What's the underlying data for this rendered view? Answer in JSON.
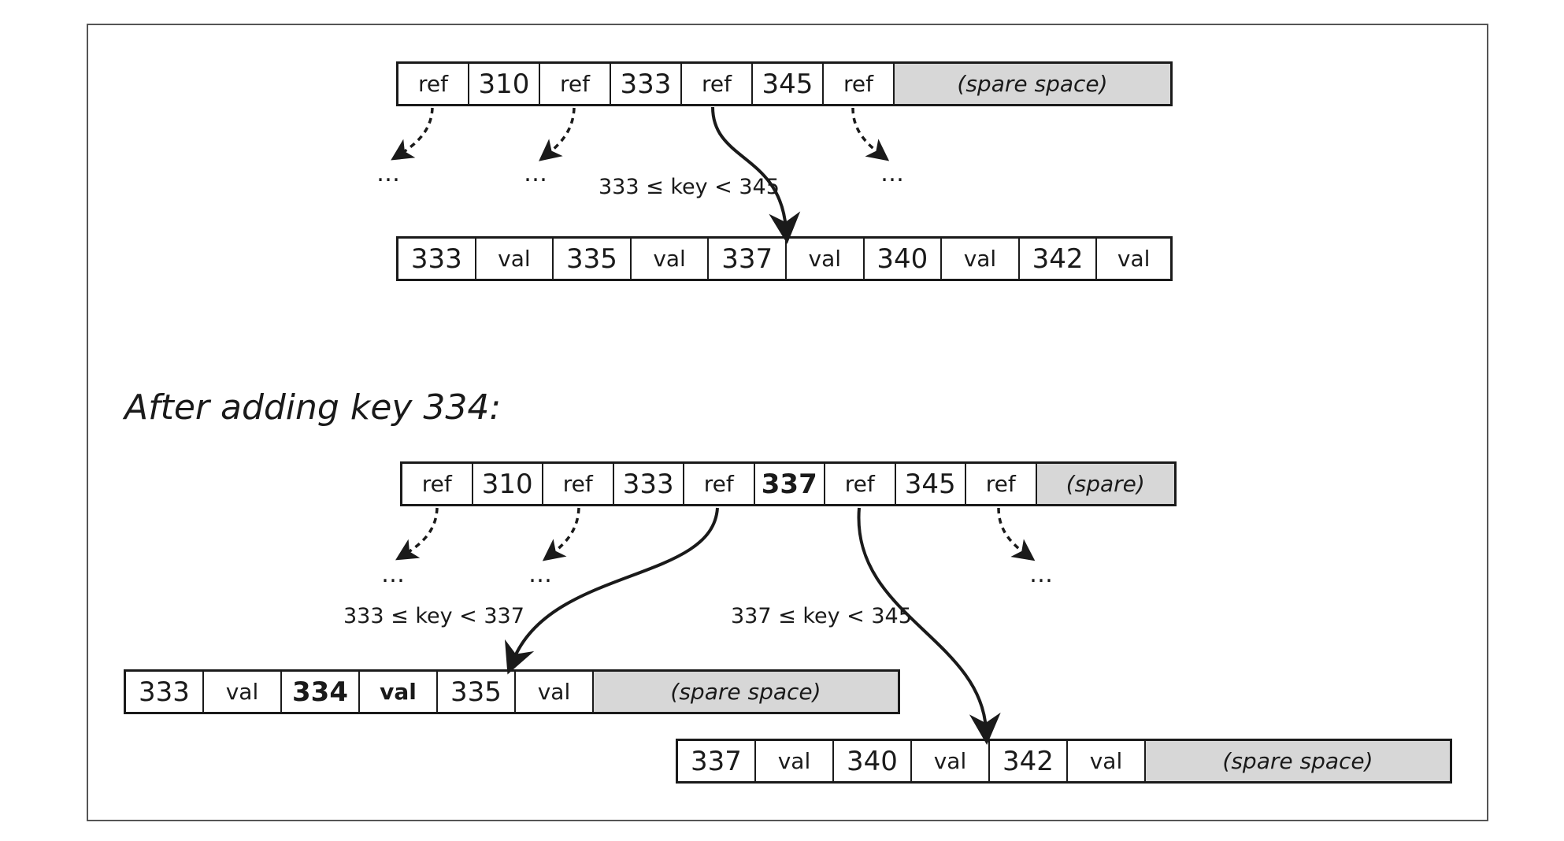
{
  "top_page": {
    "cells": [
      "ref",
      "310",
      "ref",
      "333",
      "ref",
      "345",
      "ref"
    ],
    "spare": "(spare space)"
  },
  "top_leaf": {
    "cells": [
      "333",
      "val",
      "335",
      "val",
      "337",
      "val",
      "340",
      "val",
      "342",
      "val"
    ]
  },
  "top_range": "333 ≤ key < 345",
  "ellipsis": "…",
  "section_title": "After adding key 334:",
  "bottom_page": {
    "cells": [
      "ref",
      "310",
      "ref",
      "333",
      "ref",
      "337",
      "ref",
      "345",
      "ref"
    ],
    "spare": "(spare)"
  },
  "left_range": "333 ≤ key < 337",
  "right_range": "337 ≤ key < 345",
  "left_leaf": {
    "cells": [
      "333",
      "val",
      "334",
      "val",
      "335",
      "val"
    ],
    "spare": "(spare space)"
  },
  "right_leaf": {
    "cells": [
      "337",
      "val",
      "340",
      "val",
      "342",
      "val"
    ],
    "spare": "(spare space)"
  }
}
